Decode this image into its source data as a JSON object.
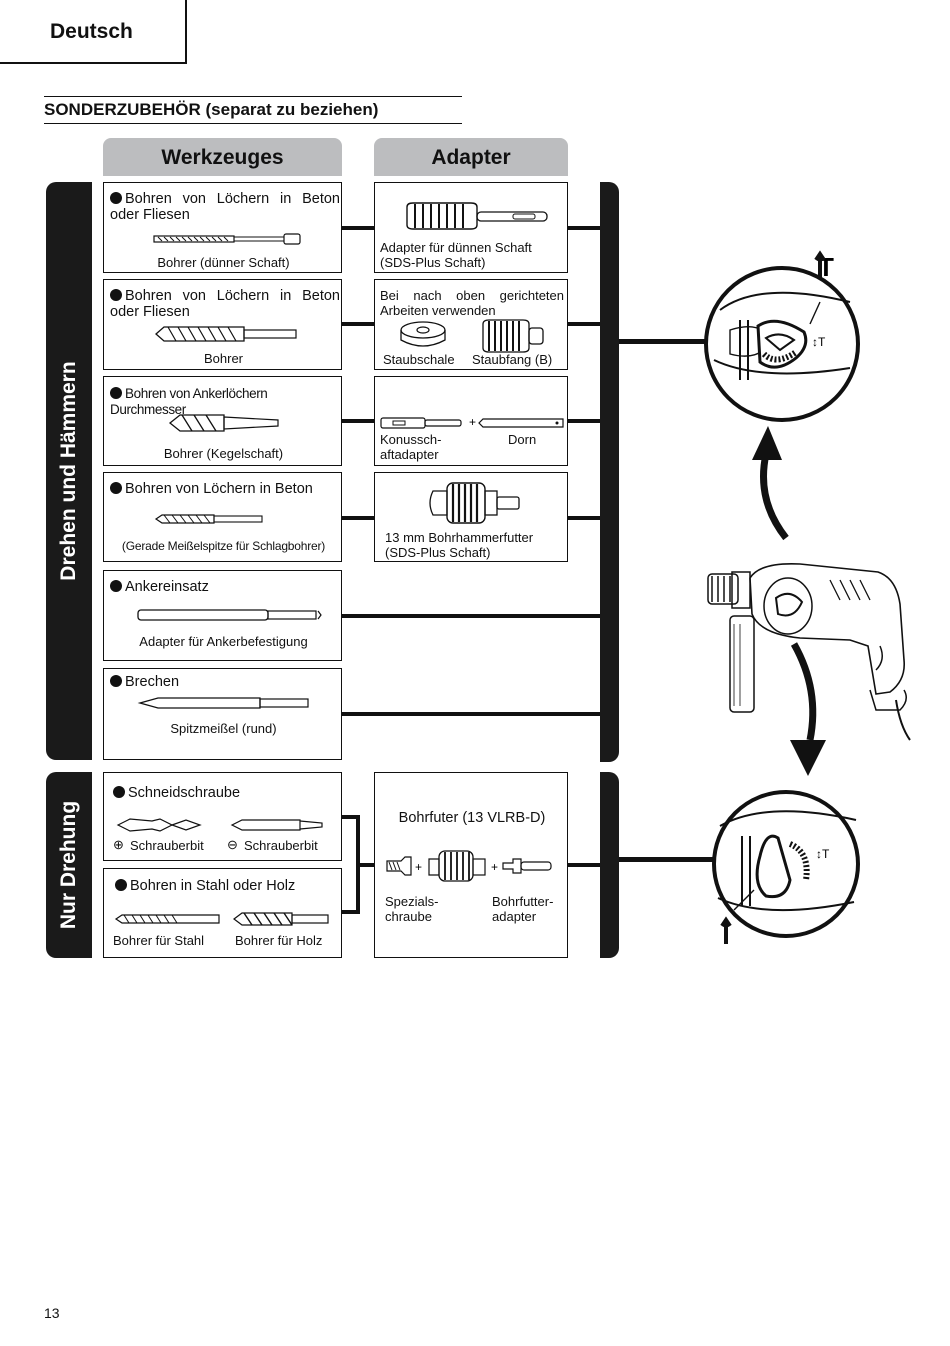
{
  "header": {
    "language": "Deutsch"
  },
  "section_title": "SONDERZUBEHÖR (separat zu beziehen)",
  "columns": {
    "tools": "Werkzeuges",
    "adapter": "Adapter"
  },
  "bands": {
    "hammer": "Drehen und Hämmern",
    "rotation": "Nur Drehung"
  },
  "tools": [
    {
      "title": "Bohren von Löchern in Beton oder Fliesen",
      "caption": "Bohrer (dünner Schaft)"
    },
    {
      "title": "Bohren von Löchern in Beton oder Fliesen",
      "caption": "Bohrer"
    },
    {
      "title": "Bohren von Ankerlöchern Durchmesser",
      "caption": "Bohrer (Kegelschaft)"
    },
    {
      "title": "Bohren von Löchern in Beton",
      "caption": "(Gerade Meißelspitze für Schlagbohrer)"
    },
    {
      "title": "Ankereinsatz",
      "caption": "Adapter für Ankerbefestigung"
    },
    {
      "title": "Brechen",
      "caption": "Spitzmeißel (rund)"
    },
    {
      "title": "Schneidschraube",
      "caption_a": "Schrauberbit",
      "caption_b": "Schrauberbit"
    },
    {
      "title": "Bohren in Stahl oder Holz",
      "caption_a": "Bohrer für Stahl",
      "caption_b": "Bohrer für Holz"
    }
  ],
  "adapters": [
    {
      "caption": "Adapter für dünnen Schaft (SDS-Plus Schaft)"
    },
    {
      "note": "Bei nach oben gerichteten Arbeiten verwenden",
      "caption_a": "Staubschale",
      "caption_b": "Staubfang (B)"
    },
    {
      "caption_a": "Konussch- aftadapter",
      "caption_b": "Dorn"
    },
    {
      "caption": "13 mm Bohrhammerfutter (SDS-Plus Schaft)"
    },
    {
      "title": "Bohrfuter (13 VLRB-D)",
      "caption_a": "Spezials- chraube",
      "caption_b": "Bohrfutter- adapter"
    }
  ],
  "page_number": "13"
}
